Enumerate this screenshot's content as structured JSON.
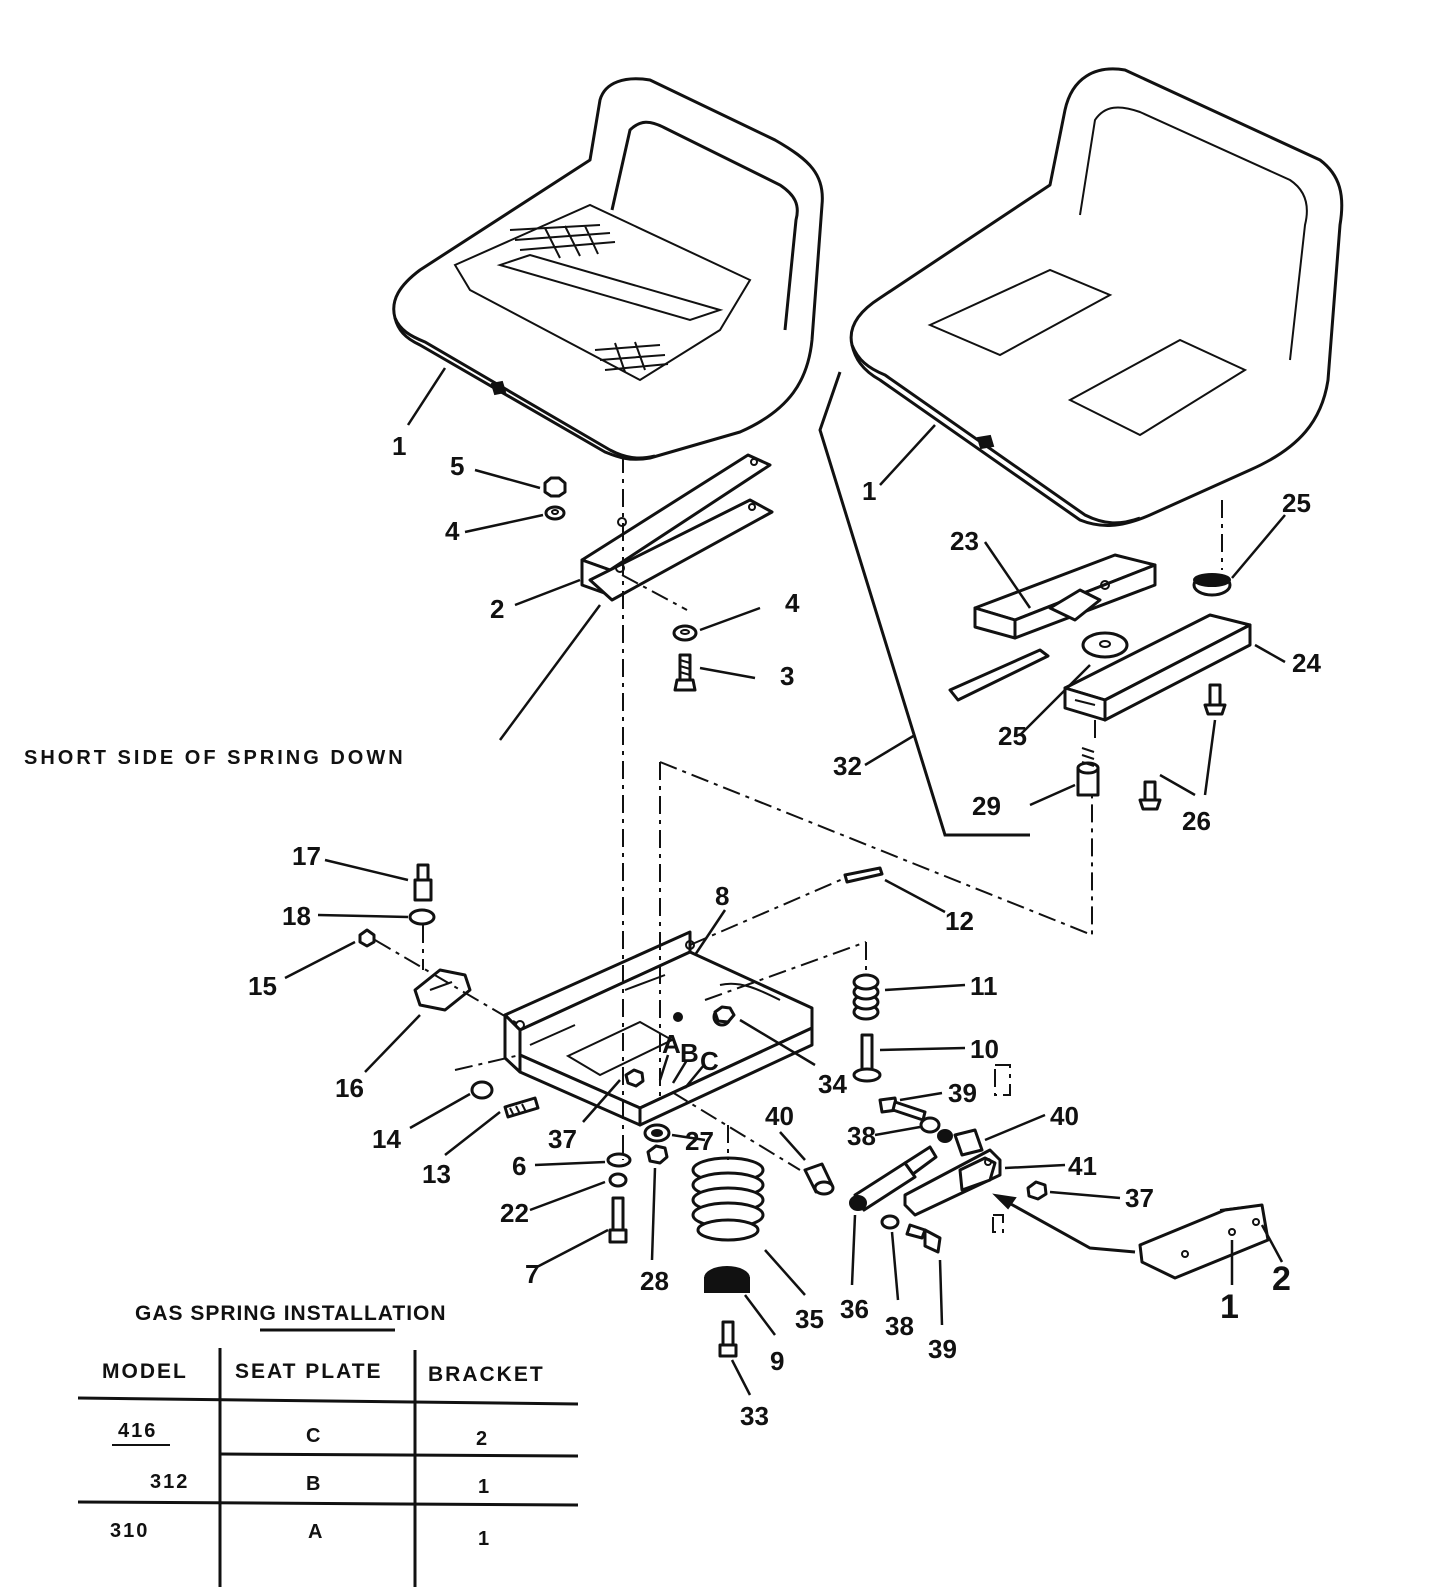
{
  "callouts": [
    {
      "id": "c1a",
      "text": "1"
    },
    {
      "id": "c5",
      "text": "5"
    },
    {
      "id": "c4a",
      "text": "4"
    },
    {
      "id": "c2a",
      "text": "2"
    },
    {
      "id": "c4b",
      "text": "4"
    },
    {
      "id": "c3",
      "text": "3"
    },
    {
      "id": "c1b",
      "text": "1"
    },
    {
      "id": "c23",
      "text": "23"
    },
    {
      "id": "c25a",
      "text": "25"
    },
    {
      "id": "c24",
      "text": "24"
    },
    {
      "id": "c25b",
      "text": "25"
    },
    {
      "id": "c32",
      "text": "32"
    },
    {
      "id": "c29",
      "text": "29"
    },
    {
      "id": "c26",
      "text": "26"
    },
    {
      "id": "c17",
      "text": "17"
    },
    {
      "id": "c18",
      "text": "18"
    },
    {
      "id": "c15",
      "text": "15"
    },
    {
      "id": "c16",
      "text": "16"
    },
    {
      "id": "c8",
      "text": "8"
    },
    {
      "id": "c12",
      "text": "12"
    },
    {
      "id": "c11",
      "text": "11"
    },
    {
      "id": "c10",
      "text": "10"
    },
    {
      "id": "c34",
      "text": "34"
    },
    {
      "id": "cA",
      "text": "A"
    },
    {
      "id": "cB",
      "text": "B"
    },
    {
      "id": "cC",
      "text": "C"
    },
    {
      "id": "c37a",
      "text": "37"
    },
    {
      "id": "c14",
      "text": "14"
    },
    {
      "id": "c13",
      "text": "13"
    },
    {
      "id": "c27",
      "text": "27"
    },
    {
      "id": "c6",
      "text": "6"
    },
    {
      "id": "c22",
      "text": "22"
    },
    {
      "id": "c7",
      "text": "7"
    },
    {
      "id": "c28",
      "text": "28"
    },
    {
      "id": "c40a",
      "text": "40"
    },
    {
      "id": "c39a",
      "text": "39"
    },
    {
      "id": "c38a",
      "text": "38"
    },
    {
      "id": "c40b",
      "text": "40"
    },
    {
      "id": "c41",
      "text": "41"
    },
    {
      "id": "c37b",
      "text": "37"
    },
    {
      "id": "c36",
      "text": "36"
    },
    {
      "id": "c38b",
      "text": "38"
    },
    {
      "id": "c39b",
      "text": "39"
    },
    {
      "id": "c35",
      "text": "35"
    },
    {
      "id": "c9",
      "text": "9"
    },
    {
      "id": "c33",
      "text": "33"
    },
    {
      "id": "cBr1",
      "text": "1"
    },
    {
      "id": "cBr2",
      "text": "2"
    }
  ],
  "note": "SHORT SIDE OF SPRING DOWN",
  "table": {
    "title": "GAS SPRING INSTALLATION",
    "headers": [
      "MODEL",
      "SEAT PLATE",
      "BRACKET"
    ],
    "rows": [
      {
        "model": "416",
        "seat_plate": "C",
        "bracket": "2"
      },
      {
        "model": "312",
        "seat_plate": "B",
        "bracket": "1"
      },
      {
        "model": "310",
        "seat_plate": "A",
        "bracket": "1"
      }
    ]
  }
}
